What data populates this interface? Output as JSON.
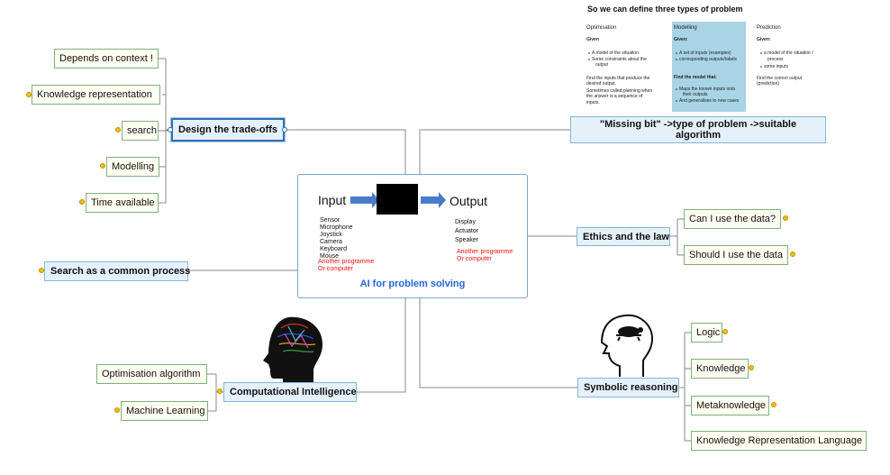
{
  "center": {
    "input": "Input",
    "output": "Output",
    "inputs_list": [
      "Sensor",
      "Microphone",
      "Joystick",
      "Camera",
      "Keyboard",
      "Mouse"
    ],
    "inputs_red": [
      "Another programme",
      "Or computer"
    ],
    "outputs_list": [
      "Display",
      "Actuator",
      "Speaker"
    ],
    "outputs_red": [
      "Another programme",
      "Or computer"
    ],
    "caption": "AI for problem solving"
  },
  "design": {
    "label": "Design the trade-offs",
    "children": [
      "Depends on context !",
      "Knowledge representation",
      "search",
      "Modelling",
      "Time available"
    ]
  },
  "search_common": {
    "label": "Search as a common process"
  },
  "computational": {
    "label": "Computational Intelligence",
    "children": [
      "Optimisation algorithm",
      "Machine Learning"
    ]
  },
  "missing": {
    "label": "\"Missing bit\" ->type of problem ->suitable algorithm"
  },
  "ethics": {
    "label": "Ethics and the law",
    "children": [
      "Can I use the data?",
      "Should I use the data"
    ]
  },
  "symbolic": {
    "label": "Symbolic reasoning",
    "children": [
      "Logic",
      "Knowledge",
      "Metaknowledge",
      "Knowledge Representation Language"
    ]
  },
  "types": {
    "title": "So we can define three types of problem",
    "col1": {
      "head": "Optimisation",
      "given": "Given",
      "bullets": [
        "A model of the situation",
        "Some constraints about the",
        "output"
      ],
      "find": [
        "Find the inputs that produce the",
        "desired output.",
        "Sometimes called planning when",
        "the answer is a sequence of",
        "inputs."
      ]
    },
    "col2": {
      "head": "Modelling",
      "given": "Given:",
      "bullets": [
        "A set of inputs (examples)",
        "corresponding outputs/labels"
      ],
      "find_head": "Find the model that:",
      "find_bullets": [
        "Maps the known inputs onto",
        "their outputs",
        "And generalises to new cases"
      ]
    },
    "col3": {
      "head": "Prediction",
      "given": "Given:",
      "bullets": [
        "a model of the situation /",
        "process",
        "some inputs"
      ],
      "find": [
        "Find the correct output",
        "(prediction)"
      ]
    },
    "highlight": "#a8d4e6"
  },
  "colors": {
    "leaf_bg": "#fffff2",
    "branch_bg": "#e4f1fb",
    "caption": "#2266dd",
    "arrow": "#4a7bc8",
    "red": "#ee1111"
  }
}
